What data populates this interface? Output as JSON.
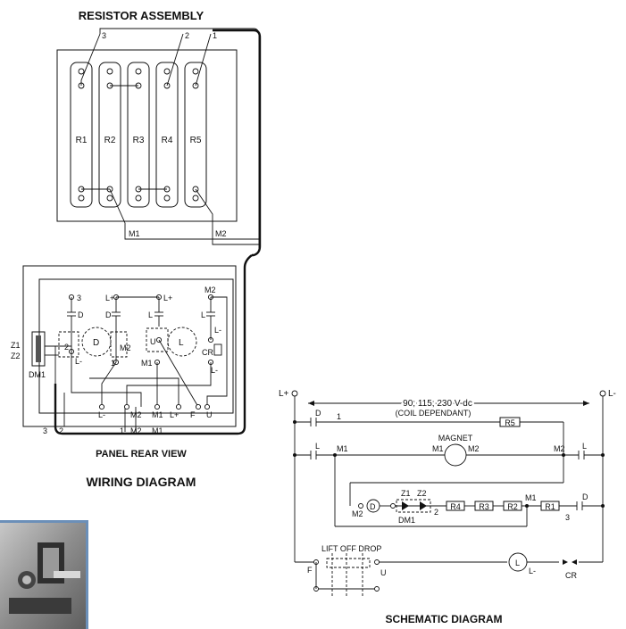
{
  "headings": {
    "resistor_assembly": "RESISTOR ASSEMBLY",
    "panel_rear_view": "PANEL REAR VIEW",
    "wiring_diagram": "WIRING DIAGRAM",
    "schematic_diagram": "SCHEMATIC DIAGRAM"
  },
  "resistor_assembly": {
    "resistors": [
      "R1",
      "R2",
      "R3",
      "R4",
      "R5"
    ],
    "top_terminals": [
      "3",
      "2",
      "1"
    ],
    "bottom_wires": [
      "M1",
      "M2"
    ]
  },
  "panel": {
    "terminals_top": [
      "3",
      "L+",
      "L+",
      "M2"
    ],
    "contacts": [
      "D",
      "D",
      "L",
      "L"
    ],
    "coil_labels": [
      "D",
      "L"
    ],
    "inner_labels": [
      "2",
      "M2",
      "U",
      "M1",
      "1",
      "L-",
      "L-",
      "CR",
      "L-"
    ],
    "suppressor_labels": [
      "Z1",
      "Z2",
      "DM1"
    ],
    "bottom_terminals": [
      "L-",
      "M2",
      "M1",
      "L+",
      "F",
      "U"
    ],
    "bottom_wires": [
      "3",
      "2",
      "1",
      "M2",
      "M1"
    ]
  },
  "schematic": {
    "supply_plus": "L+",
    "supply_minus": "L-",
    "voltage": "90; 115; 230 V-dc",
    "coil_note": "(COIL DEPENDANT)",
    "magnet_label": "MAGNET",
    "rung1": {
      "contact": "D",
      "wire": "1",
      "resistor": "R5",
      "end": "M2"
    },
    "rung2": {
      "contact_left": "L",
      "wire_left": "M1",
      "motor_left": "M1",
      "motor_right": "M2",
      "wire_right": "M2",
      "contact_right": "L"
    },
    "rung3": {
      "coil": "D",
      "node_left": "M2",
      "zeners": [
        "Z1",
        "Z2"
      ],
      "suppressor": "DM1",
      "wire": "2",
      "resistors": [
        "R4",
        "R3",
        "R2",
        "R1"
      ],
      "node_mid": "M1",
      "wire_end": "3",
      "contact": "D"
    },
    "rung4": {
      "switch_label": "LIFT OFF DROP",
      "left_label": "F",
      "right_label": "U",
      "coil": "L",
      "coil_right": "L-",
      "relay": "CR"
    }
  }
}
